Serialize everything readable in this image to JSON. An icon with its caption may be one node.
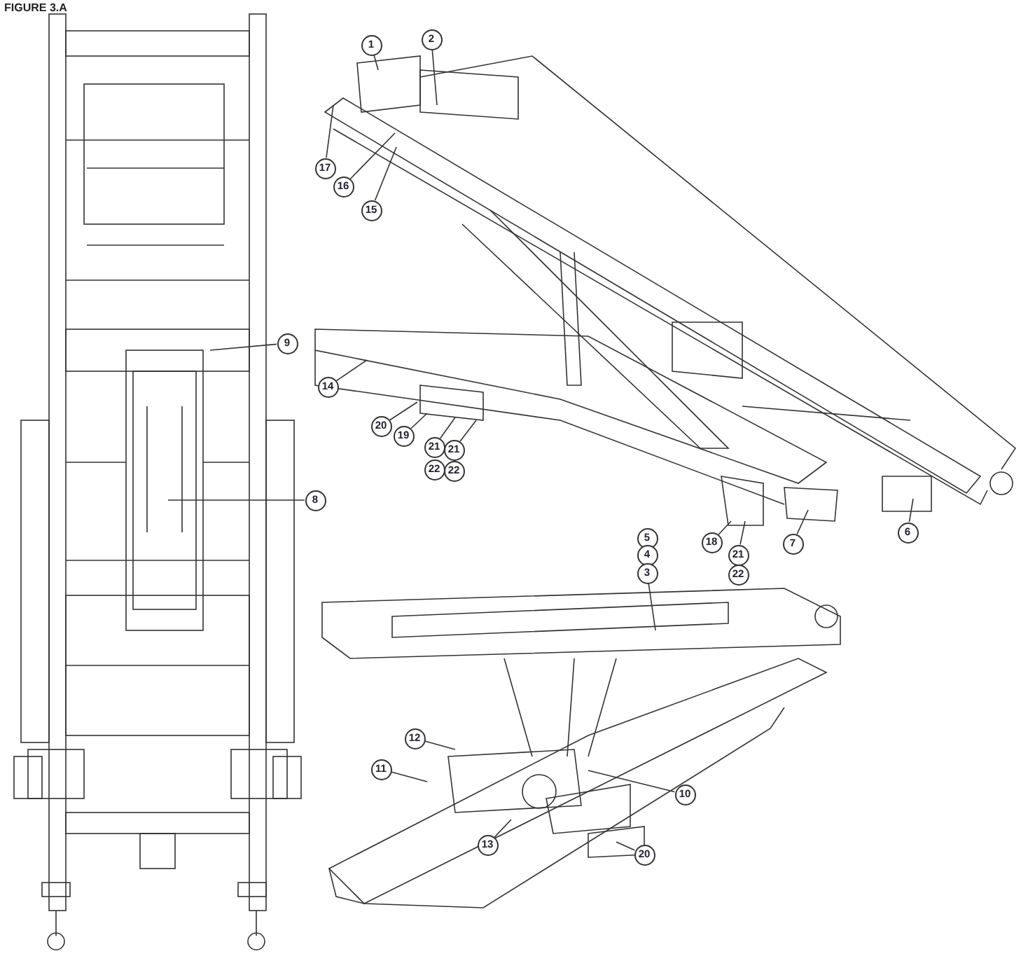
{
  "diagram": {
    "title": "FIGURE 3.A",
    "nodes": [
      {
        "text": [
          "2"
        ]
      },
      {
        "text": [
          "1"
        ]
      },
      {
        "text": [
          "17"
        ]
      },
      {
        "text": [
          "16"
        ]
      },
      {
        "text": [
          "15"
        ]
      },
      {
        "text": [
          "9"
        ]
      },
      {
        "text": [
          "14"
        ]
      },
      {
        "text": [
          "20"
        ]
      },
      {
        "text": [
          "19"
        ]
      },
      {
        "text": [
          "21"
        ]
      },
      {
        "text": [
          "21"
        ]
      },
      {
        "text": [
          "22"
        ]
      },
      {
        "text": [
          "22"
        ]
      },
      {
        "text": [
          "8"
        ]
      },
      {
        "text": [
          "6"
        ]
      },
      {
        "text": [
          "5"
        ]
      },
      {
        "text": [
          "18"
        ]
      },
      {
        "text": [
          "7"
        ]
      },
      {
        "text": [
          "21"
        ]
      },
      {
        "text": [
          "4"
        ]
      },
      {
        "text": [
          "22"
        ]
      },
      {
        "text": [
          "3"
        ]
      },
      {
        "text": [
          "12"
        ]
      },
      {
        "text": [
          "11"
        ]
      },
      {
        "text": [
          "10"
        ]
      },
      {
        "text": [
          "13"
        ]
      },
      {
        "text": [
          "20"
        ]
      }
    ],
    "edges": [
      {
        "from": 0,
        "to": null,
        "arrow": "none"
      },
      {
        "from": 1,
        "to": null,
        "arrow": "none"
      },
      {
        "from": 2,
        "to": null,
        "arrow": "none"
      },
      {
        "from": 3,
        "to": null,
        "arrow": "none"
      },
      {
        "from": 4,
        "to": null,
        "arrow": "none"
      },
      {
        "from": 5,
        "to": null,
        "arrow": "none"
      },
      {
        "from": 6,
        "to": null,
        "arrow": "none"
      },
      {
        "from": 7,
        "to": null,
        "arrow": "none"
      },
      {
        "from": 8,
        "to": null,
        "arrow": "none"
      },
      {
        "from": 9,
        "to": null,
        "arrow": "none"
      },
      {
        "from": 10,
        "to": null,
        "arrow": "none"
      },
      {
        "from": 13,
        "to": null,
        "arrow": "none"
      },
      {
        "from": 14,
        "to": null,
        "arrow": "none"
      },
      {
        "from": 16,
        "to": null,
        "arrow": "none"
      },
      {
        "from": 17,
        "to": null,
        "arrow": "none"
      },
      {
        "from": 18,
        "to": null,
        "arrow": "none"
      },
      {
        "from": 21,
        "to": null,
        "arrow": "none"
      },
      {
        "from": 22,
        "to": null,
        "arrow": "none"
      },
      {
        "from": 23,
        "to": null,
        "arrow": "none"
      },
      {
        "from": 24,
        "to": null,
        "arrow": "none"
      },
      {
        "from": 25,
        "to": null,
        "arrow": "none"
      },
      {
        "from": 26,
        "to": null,
        "arrow": "none"
      }
    ]
  }
}
